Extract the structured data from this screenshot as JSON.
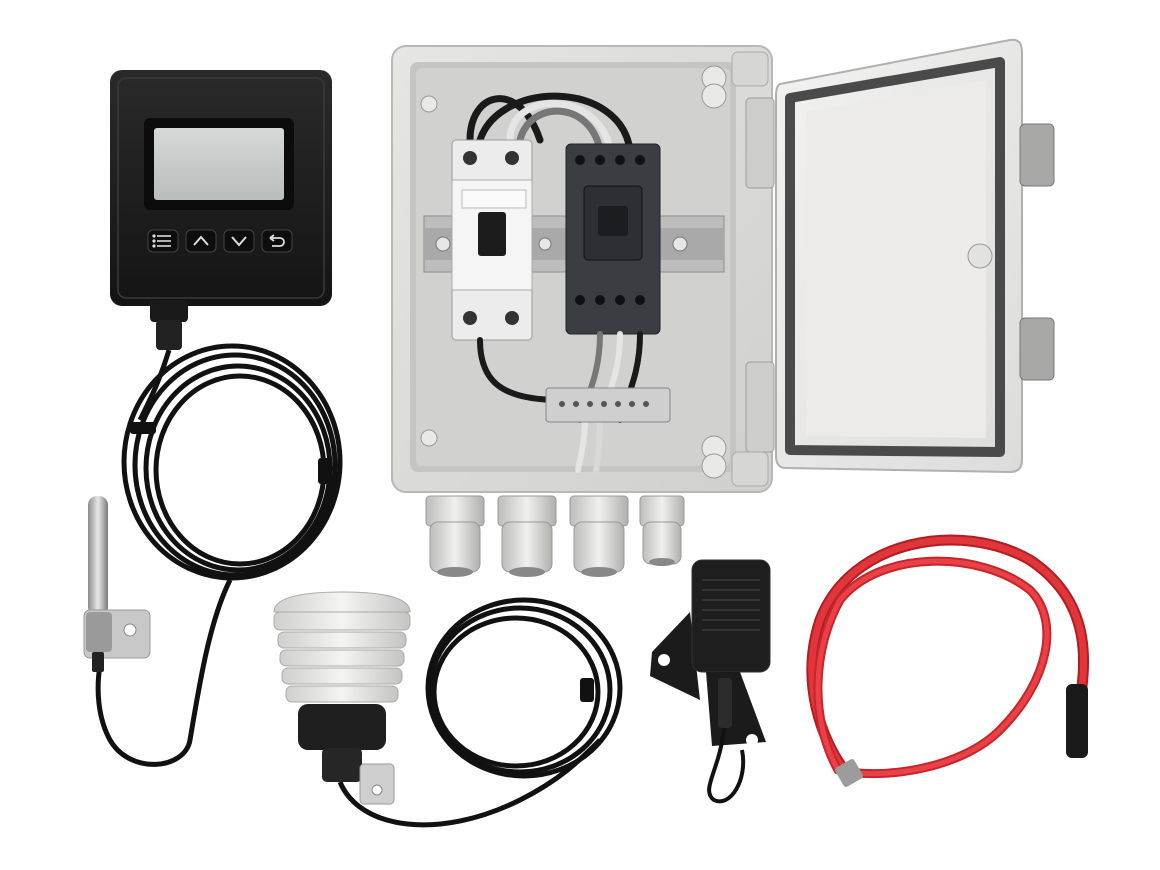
{
  "scene": {
    "background": "#ffffff",
    "items": [
      "controller-display",
      "enclosure-box",
      "enclosure-door",
      "probe-sensor",
      "radiation-shield-sensor",
      "snow-ice-sensor",
      "heating-cable"
    ]
  },
  "controller": {
    "buttons": [
      "menu-icon",
      "up-chevron-icon",
      "down-chevron-icon",
      "return-icon"
    ],
    "body_color": "#1c1c1d",
    "screen_color": "#c9cdcb"
  },
  "colors": {
    "enclosure": "#d9d9d7",
    "cable_black": "#111111",
    "cable_red": "#d8262c",
    "din_rail": "#bdbdbd",
    "contactor": "#3a3d42",
    "breaker": "#ececec"
  }
}
